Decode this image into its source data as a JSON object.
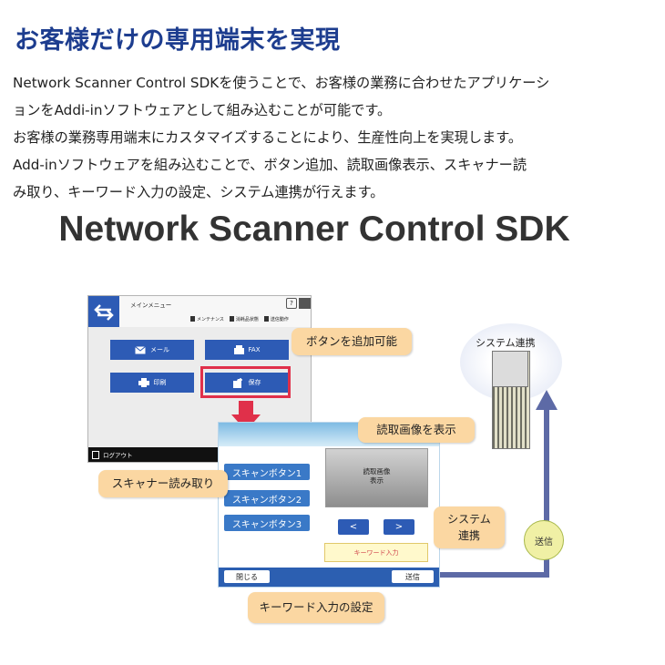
{
  "heading": "お客様だけの専用端末を実現",
  "description_lines": [
    "Network Scanner Control SDKを使うことで、お客様の業務に合わせたアプリケーシ",
    "ョンをAddi-inソフトウェアとして組み込むことが可能です。",
    "お客様の業務専用端末にカスタマイズすることにより、生産性向上を実現します。",
    "Add-inソフトウェアを組み込むことで、ボタン追加、読取画像表示、スキャナー読",
    "み取り、キーワード入力の設定、システム連携が行えます。"
  ],
  "sdk_title": "Network Scanner Control SDK",
  "main_menu": {
    "title": "メインメニュー",
    "help": "?",
    "tabs": [
      "メンテナンス",
      "消耗品状態",
      "送信動作"
    ],
    "buttons": {
      "mail": "メール",
      "fax": "FAX",
      "print": "印刷",
      "save": "保存"
    },
    "logout": "ログアウト"
  },
  "addin_panel": {
    "scan_buttons": [
      "スキャンボタン1",
      "スキャンボタン2",
      "スキャンボタン3"
    ],
    "image_label_line1": "読取画像",
    "image_label_line2": "表示",
    "prev": "<",
    "next": ">",
    "keyword": "キーワード入力",
    "close": "閉じる",
    "send": "送信"
  },
  "callouts": {
    "add_button": "ボタンを追加可能",
    "read_image": "読取画像を表示",
    "scanner_read": "スキャナー読み取り",
    "system_line1": "システム",
    "system_line2": "連携",
    "keyword_setting": "キーワード入力の設定"
  },
  "system_link": {
    "label": "システム連携",
    "send": "送信"
  },
  "colors": {
    "heading": "#1d3d8f",
    "accent_blue": "#2d5bb5",
    "highlight_red": "#e0304a",
    "callout": "#fbd7a2",
    "connector": "#5d6aa6"
  }
}
